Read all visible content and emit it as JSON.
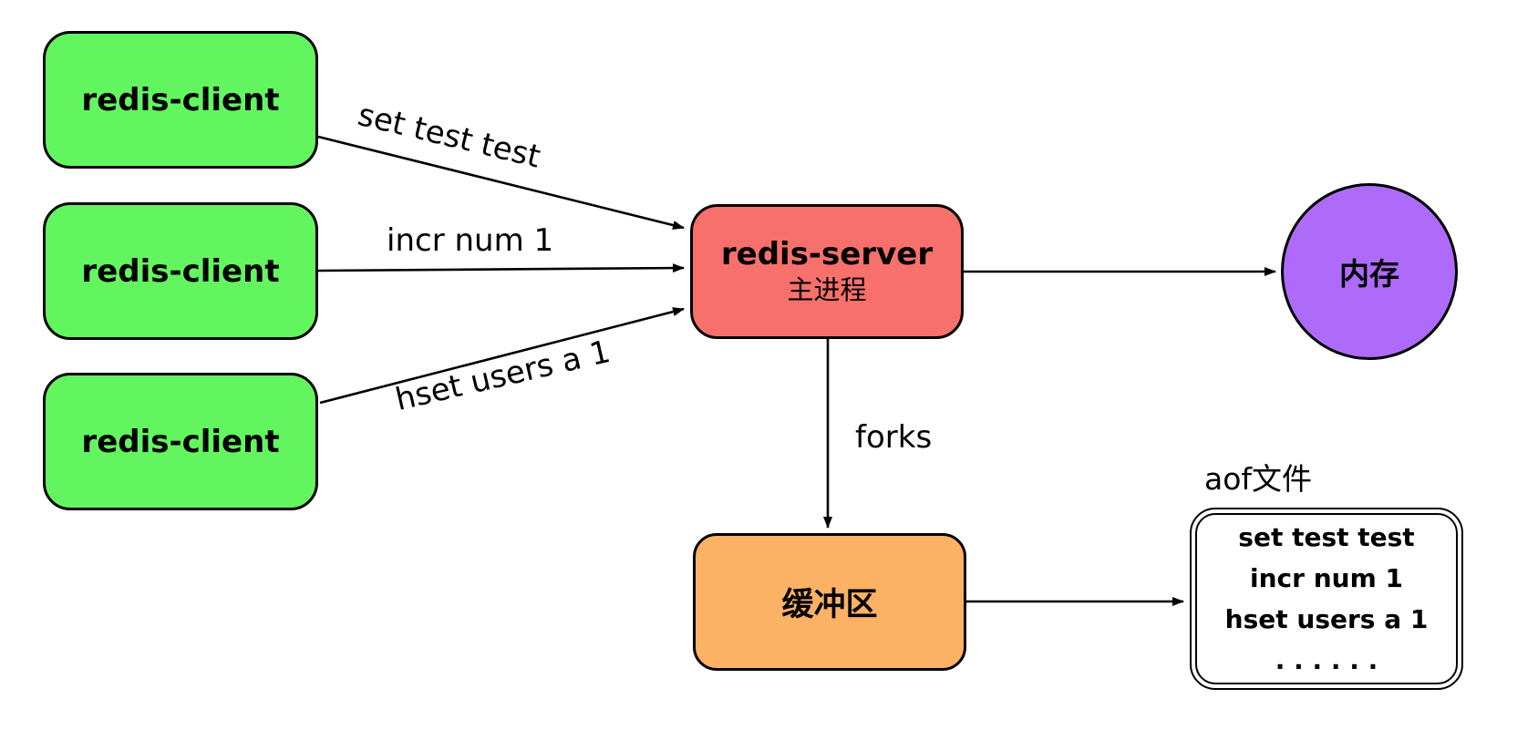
{
  "diagram": {
    "title_hint": "redis aof persistence flow",
    "colors": {
      "client_fill": "#63F55F",
      "server_fill": "#F8706B",
      "buffer_fill": "#FBB264",
      "memory_fill": "#AE6BFA",
      "stroke": "#000000",
      "background": "#FFFFFF"
    },
    "clients": [
      {
        "label": "redis-client"
      },
      {
        "label": "redis-client"
      },
      {
        "label": "redis-client"
      }
    ],
    "server": {
      "title": "redis-server",
      "subtitle": "主进程"
    },
    "memory": {
      "label": "内存"
    },
    "buffer": {
      "label": "缓冲区"
    },
    "aof": {
      "title": "aof文件",
      "lines": [
        "set test test",
        "incr num 1",
        "hset users a 1",
        ". . . . . ."
      ]
    },
    "edges": {
      "client1_to_server": "set test test",
      "client2_to_server": "incr num 1",
      "client3_to_server": "hset users a 1",
      "server_to_buffer": "forks"
    }
  }
}
